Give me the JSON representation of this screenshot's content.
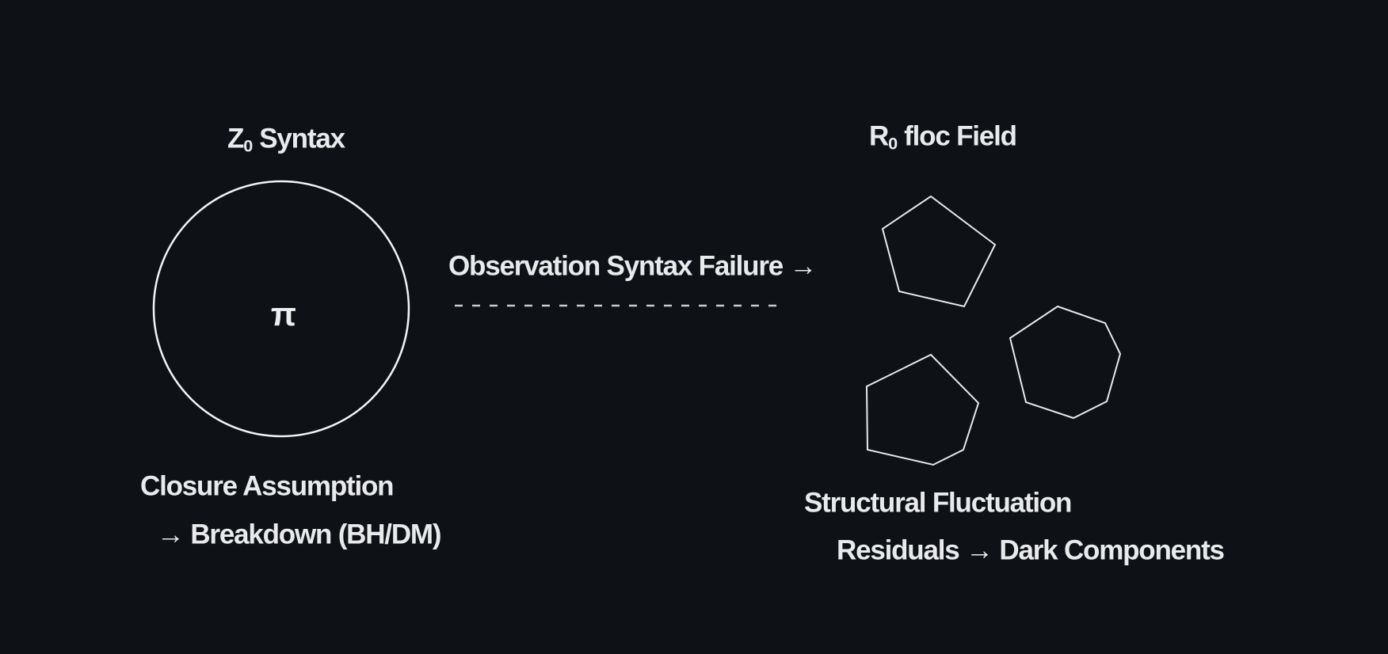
{
  "page": {
    "background_color": "#0e1116",
    "text_color": "#e9eaec"
  },
  "left_group": {
    "title": {
      "prefix": "Z",
      "subscript": "0",
      "rest": " Syntax"
    },
    "circle_symbol": "π",
    "caption_line1": "Closure Assumption",
    "caption_line2": "→ Breakdown (BH/DM)"
  },
  "connector": {
    "label": "Observation Syntax Failure →",
    "style": "dashed-line",
    "dash_color": "#c9cbce"
  },
  "right_group": {
    "title": {
      "prefix": "R",
      "subscript": "0",
      "rest": " floc Field"
    },
    "shapes": [
      "pentagon",
      "heptagon",
      "hexagon"
    ],
    "caption_line1": "Structural Fluctuation",
    "caption_line2": "Residuals → Dark Components"
  },
  "colors": {
    "circle_stroke": "#f2f3f5",
    "polygon_stroke": "#e8e9eb"
  }
}
